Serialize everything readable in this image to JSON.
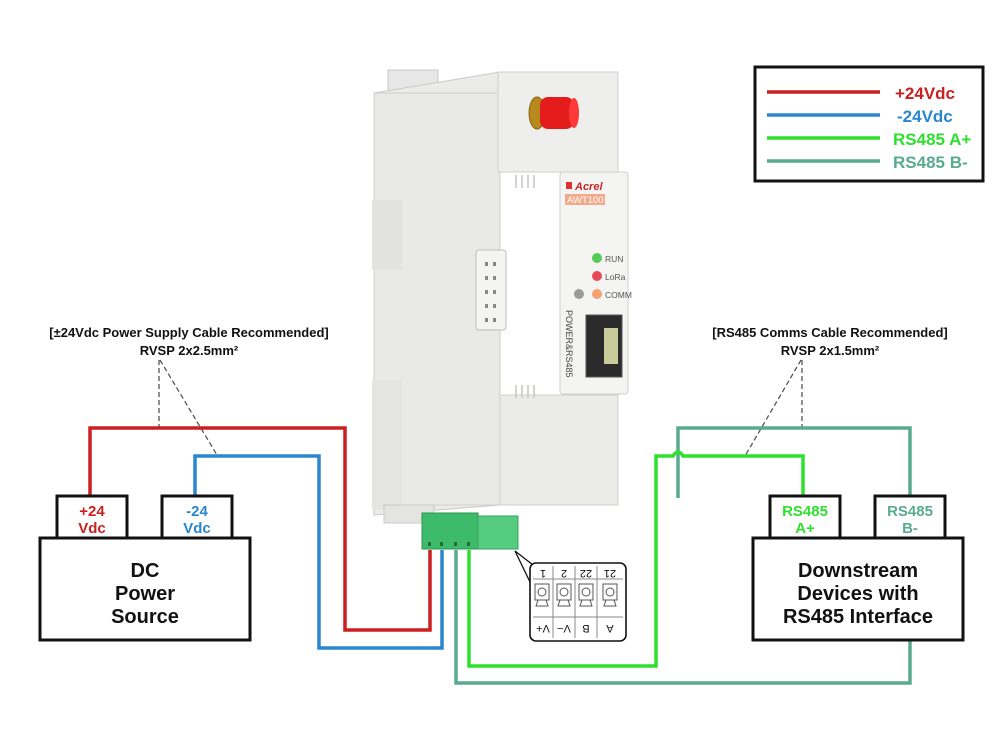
{
  "legend": {
    "items": [
      {
        "label": "+24Vdc",
        "color": "#cc1f1f"
      },
      {
        "label": "-24Vdc",
        "color": "#2a86cf"
      },
      {
        "label": "RS485 A+",
        "color": "#2ee02e"
      },
      {
        "label": "RS485 B-",
        "color": "#5aaa8e"
      }
    ]
  },
  "power_cable_note": {
    "line1": "[±24Vdc Power Supply Cable Recommended]",
    "line2": "RVSP 2x2.5mm²"
  },
  "comms_cable_note": {
    "line1": "[RS485 Comms Cable Recommended]",
    "line2": "RVSP 2x1.5mm²"
  },
  "power_source": {
    "title_lines": [
      "DC",
      "Power",
      "Source"
    ],
    "terminal_pos": {
      "line1": "+24",
      "line2": "Vdc"
    },
    "terminal_neg": {
      "line1": "-24",
      "line2": "Vdc"
    }
  },
  "downstream": {
    "title_lines": [
      "Downstream",
      "Devices with",
      "RS485 Interface"
    ],
    "terminal_a": {
      "line1": "RS485",
      "line2": "A+"
    },
    "terminal_b": {
      "line1": "RS485",
      "line2": "B-"
    }
  },
  "device": {
    "brand": "Acrel",
    "model": "AWT100",
    "leds": [
      {
        "label": "RUN",
        "color": "#55cc55"
      },
      {
        "label": "LoRa",
        "color": "#e84a5a"
      },
      {
        "label": "COMM",
        "color": "#f4a070"
      }
    ],
    "port_label": "POWER&RS485"
  },
  "terminal_block": {
    "numbers": [
      "1",
      "2",
      "22",
      "21"
    ],
    "signals": [
      "V+",
      "V−",
      "B",
      "A"
    ]
  },
  "colors": {
    "pos": "#cc1f1f",
    "neg": "#2a86cf",
    "a": "#2ee02e",
    "b": "#5aaa8e"
  }
}
